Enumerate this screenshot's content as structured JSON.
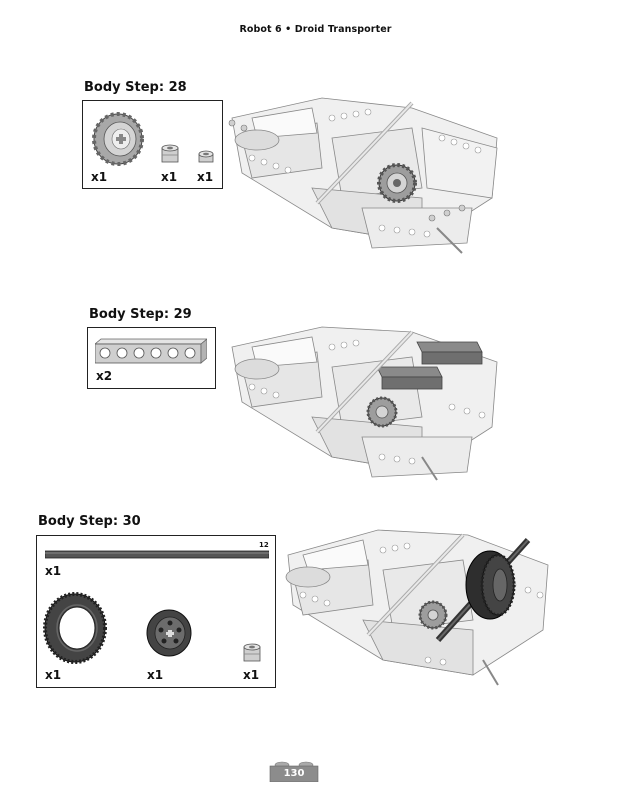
{
  "header": "Robot 6 • Droid Transporter",
  "steps": [
    {
      "title": "Body Step: 28",
      "parts": [
        {
          "qty": "x1",
          "icon": "gear-24-tooth"
        },
        {
          "qty": "x1",
          "icon": "bushing"
        },
        {
          "qty": "x1",
          "icon": "half-bushing"
        }
      ]
    },
    {
      "title": "Body Step: 29",
      "parts": [
        {
          "qty": "x2",
          "icon": "technic-beam-1x6"
        }
      ]
    },
    {
      "title": "Body Step: 30",
      "parts": [
        {
          "qty": "x1",
          "icon": "axle",
          "length": "12"
        },
        {
          "qty": "x1",
          "icon": "tire"
        },
        {
          "qty": "x1",
          "icon": "wheel-hub"
        },
        {
          "qty": "x1",
          "icon": "bushing"
        }
      ]
    }
  ],
  "page_number": "130"
}
